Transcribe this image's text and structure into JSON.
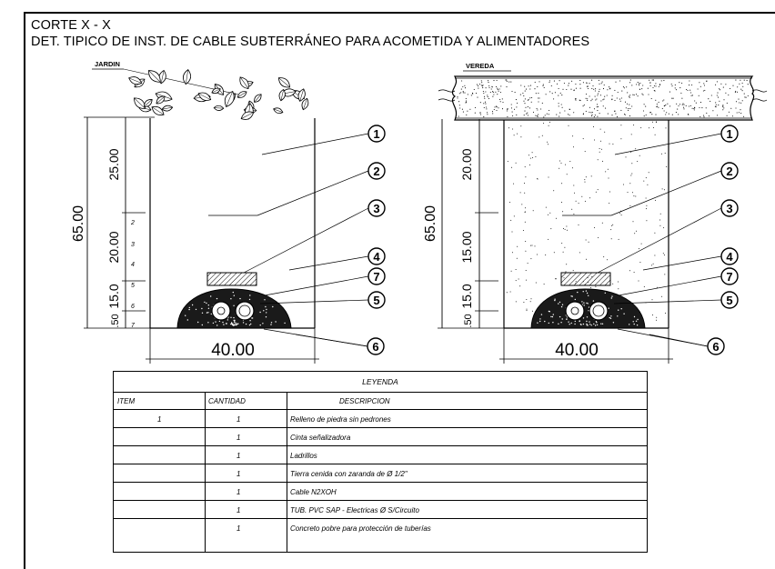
{
  "titles": {
    "section": "CORTE X - X",
    "detail": "DET. TIPICO DE INST. DE  CABLE SUBTERRÁNEO PARA ACOMETIDA Y ALIMENTADORES"
  },
  "left_section": {
    "label": "JARDIN",
    "total_depth": "65.00",
    "dims": [
      "25.00",
      "20.00",
      "15.0",
      ".50"
    ],
    "width": "40.00",
    "small_marks": [
      "2",
      "3",
      "4",
      "5",
      "6",
      "7"
    ]
  },
  "right_section": {
    "label": "VEREDA",
    "total_depth": "65.00",
    "dims": [
      "20.00",
      "15.00",
      "15.0",
      ".50"
    ],
    "width": "40.00"
  },
  "callouts": [
    "1",
    "2",
    "3",
    "4",
    "7",
    "5",
    "6"
  ],
  "legend": {
    "title": "LEYENDA",
    "headers": {
      "item": "ITEM",
      "cantidad": "CANTIDAD",
      "descripcion": "DESCRIPCION"
    },
    "rows": [
      {
        "item": "1",
        "cantidad": "1",
        "descripcion": "Relleno de piedra sin pedrones"
      },
      {
        "item": "",
        "cantidad": "1",
        "descripcion": "Cinta señalizadora"
      },
      {
        "item": "",
        "cantidad": "1",
        "descripcion": "Ladrillos"
      },
      {
        "item": "",
        "cantidad": "1",
        "descripcion": "Tierra cenida con zaranda de Ø 1/2\""
      },
      {
        "item": "",
        "cantidad": "1",
        "descripcion": "Cable N2XOH"
      },
      {
        "item": "",
        "cantidad": "1",
        "descripcion": "TUB. PVC SAP - Electricas Ø S/Circuito"
      },
      {
        "item": "",
        "cantidad": "1",
        "descripcion": "Concreto pobre para protección de tuberías"
      }
    ]
  }
}
